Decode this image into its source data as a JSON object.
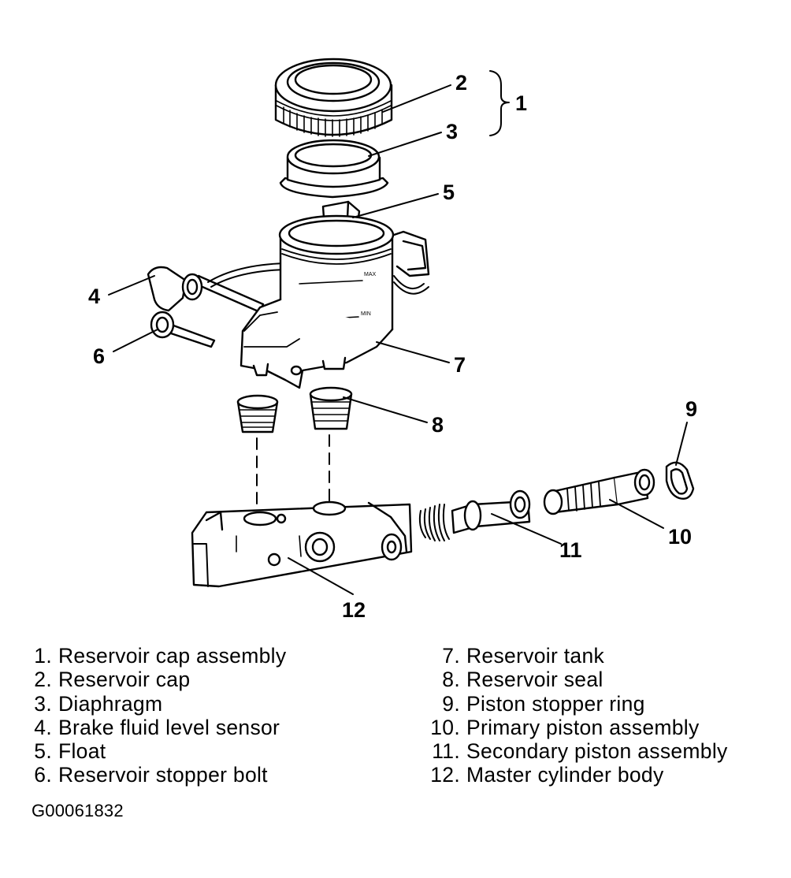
{
  "diagram": {
    "callouts": [
      "1",
      "2",
      "3",
      "4",
      "5",
      "6",
      "7",
      "8",
      "9",
      "10",
      "11",
      "12"
    ],
    "reservoir_marks": {
      "max": "MAX",
      "min": "MIN"
    }
  },
  "legend": {
    "left": [
      {
        "num": "1.",
        "label": "Reservoir cap assembly"
      },
      {
        "num": "2.",
        "label": "Reservoir cap"
      },
      {
        "num": "3.",
        "label": "Diaphragm"
      },
      {
        "num": "4.",
        "label": "Brake fluid level sensor"
      },
      {
        "num": "5.",
        "label": "Float"
      },
      {
        "num": "6.",
        "label": "Reservoir stopper bolt"
      }
    ],
    "right": [
      {
        "num": "7.",
        "label": "Reservoir tank"
      },
      {
        "num": "8.",
        "label": "Reservoir seal"
      },
      {
        "num": "9.",
        "label": "Piston stopper ring"
      },
      {
        "num": "10.",
        "label": "Primary piston assembly"
      },
      {
        "num": "11.",
        "label": "Secondary piston assembly"
      },
      {
        "num": "12.",
        "label": "Master cylinder body"
      }
    ]
  },
  "figure_id": "G00061832"
}
